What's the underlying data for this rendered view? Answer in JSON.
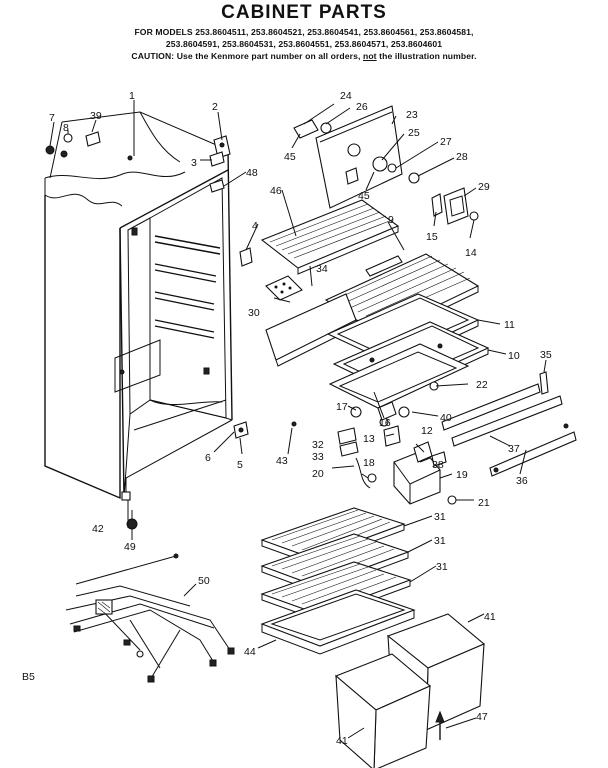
{
  "header": {
    "title": "CABINET PARTS",
    "models_line1": "FOR MODELS 253.8604511, 253.8604521, 253.8604541, 253.8604561, 253.8604581,",
    "models_line2": "253.8604591, 253.8604531, 253.8604551, 253.8604571, 253.8604601",
    "caution_prefix": "CAUTION: Use the Kenmore part number on all orders,",
    "caution_not": "not",
    "caution_suffix": "the illustration number."
  },
  "footer": {
    "code": "B5"
  },
  "callouts": [
    {
      "id": "c1",
      "text": "1"
    },
    {
      "id": "c2",
      "text": "2"
    },
    {
      "id": "c3",
      "text": "3"
    },
    {
      "id": "c4",
      "text": "4"
    },
    {
      "id": "c5",
      "text": "5"
    },
    {
      "id": "c6",
      "text": "6"
    },
    {
      "id": "c7",
      "text": "7"
    },
    {
      "id": "c8",
      "text": "8"
    },
    {
      "id": "c9",
      "text": "9"
    },
    {
      "id": "c10",
      "text": "10"
    },
    {
      "id": "c11",
      "text": "11"
    },
    {
      "id": "c12",
      "text": "12"
    },
    {
      "id": "c13",
      "text": "13"
    },
    {
      "id": "c14",
      "text": "14"
    },
    {
      "id": "c15",
      "text": "15"
    },
    {
      "id": "c16",
      "text": "16"
    },
    {
      "id": "c17",
      "text": "17"
    },
    {
      "id": "c18",
      "text": "18"
    },
    {
      "id": "c19",
      "text": "19"
    },
    {
      "id": "c20",
      "text": "20"
    },
    {
      "id": "c21",
      "text": "21"
    },
    {
      "id": "c22",
      "text": "22"
    },
    {
      "id": "c23",
      "text": "23"
    },
    {
      "id": "c24",
      "text": "24"
    },
    {
      "id": "c25",
      "text": "25"
    },
    {
      "id": "c26",
      "text": "26"
    },
    {
      "id": "c27",
      "text": "27"
    },
    {
      "id": "c28",
      "text": "28"
    },
    {
      "id": "c29",
      "text": "29"
    },
    {
      "id": "c30",
      "text": "30"
    },
    {
      "id": "c31a",
      "text": "31"
    },
    {
      "id": "c31b",
      "text": "31"
    },
    {
      "id": "c31c",
      "text": "31"
    },
    {
      "id": "c32",
      "text": "32"
    },
    {
      "id": "c33",
      "text": "33"
    },
    {
      "id": "c34",
      "text": "34"
    },
    {
      "id": "c35",
      "text": "35"
    },
    {
      "id": "c36",
      "text": "36"
    },
    {
      "id": "c37",
      "text": "37"
    },
    {
      "id": "c38",
      "text": "38"
    },
    {
      "id": "c39",
      "text": "39"
    },
    {
      "id": "c40",
      "text": "40"
    },
    {
      "id": "c41a",
      "text": "41"
    },
    {
      "id": "c41b",
      "text": "41"
    },
    {
      "id": "c42",
      "text": "42"
    },
    {
      "id": "c43",
      "text": "43"
    },
    {
      "id": "c44",
      "text": "44"
    },
    {
      "id": "c45a",
      "text": "45"
    },
    {
      "id": "c45b",
      "text": "45"
    },
    {
      "id": "c46",
      "text": "46"
    },
    {
      "id": "c47",
      "text": "47"
    },
    {
      "id": "c48",
      "text": "48"
    },
    {
      "id": "c49",
      "text": "49"
    },
    {
      "id": "c50",
      "text": "50"
    }
  ]
}
